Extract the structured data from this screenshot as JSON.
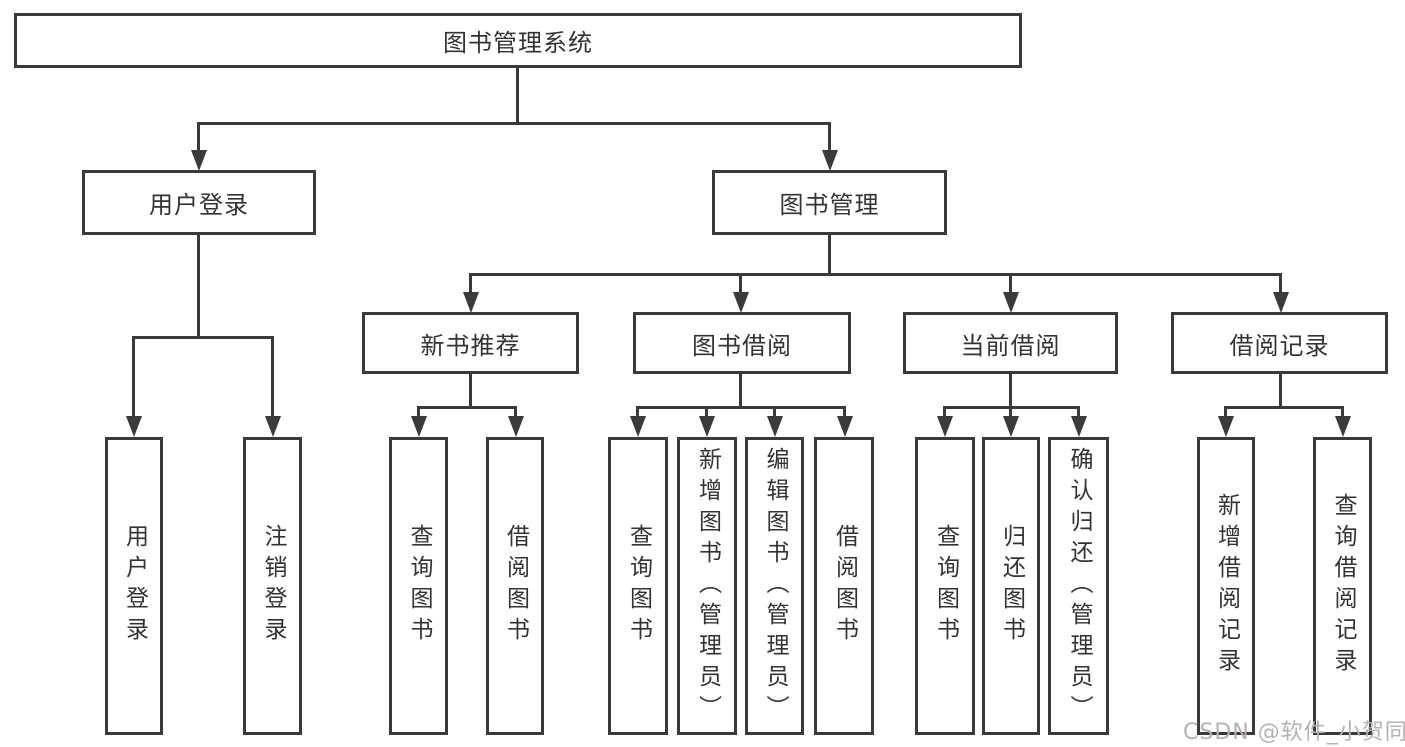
{
  "nodes": {
    "root": "图书管理系统",
    "user_login": "用户登录",
    "book_management": "图书管理",
    "new_book_recommend": "新书推荐",
    "book_borrowing": "图书借阅",
    "current_borrowing": "当前借阅",
    "borrowing_records": "借阅记录",
    "leaf_user_login": "用户登录",
    "leaf_logout_login": "注销登录",
    "leaf_nbr_query_books": "查询图书",
    "leaf_nbr_borrow_books": "借阅图书",
    "leaf_bb_query_books": "查询图书",
    "leaf_bb_add_books_admin": "新增图书（管理员）",
    "leaf_bb_edit_books_admin": "编辑图书（管理员）",
    "leaf_bb_borrow_books": "借阅图书",
    "leaf_cb_query_books": "查询图书",
    "leaf_cb_return_books": "归还图书",
    "leaf_cb_confirm_return_admin": "确认归还（管理员）",
    "leaf_br_add_record": "新增借阅记录",
    "leaf_br_query_record": "查询借阅记录"
  },
  "watermark": "CSDN @软件_小贺同学",
  "colors": {
    "line": "#3a3a3a",
    "box_border": "#3a3a3a",
    "text": "#333333",
    "watermark": "#b7b2b2",
    "background": "#ffffff"
  }
}
